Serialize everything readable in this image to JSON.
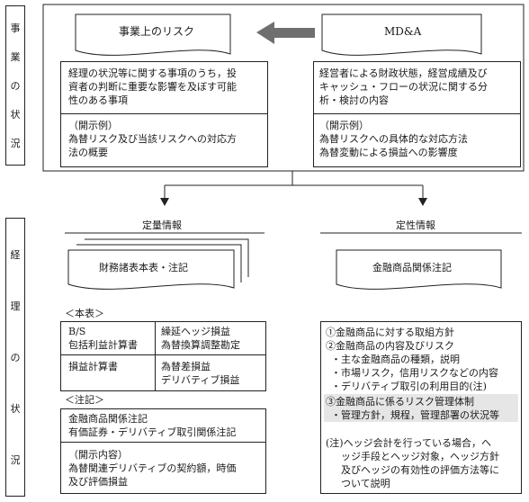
{
  "side_labels": {
    "business": [
      "事",
      "業",
      "の",
      "状",
      "況"
    ],
    "accounting": [
      "経",
      "理",
      "の",
      "状",
      "況"
    ]
  },
  "top": {
    "risk_doc_title": "事業上のリスク",
    "mda_doc_title": "MD&A",
    "risk_desc": [
      "経理の状況等に関する事項のうち，投",
      "資者の判断に重要な影響を及ぼす可能",
      "性のある事項"
    ],
    "risk_example": [
      "（開示例）",
      "為替リスク及び当該リスクへの対応方",
      "法の概要"
    ],
    "mda_desc": [
      "経営者による財政状態，経営成績及び",
      "キャッシュ・フローの状況に関する分",
      "析・検討の内容"
    ],
    "mda_example": [
      "（開示例）",
      "為替リスクへの具体的な対応方法",
      "為替変動による損益への影響度"
    ]
  },
  "quant": {
    "header": "定量情報",
    "doc_title": "財務諸表本表・注記",
    "honpyo_label": "＜本表＞",
    "table": [
      {
        "left": [
          "B/S",
          "包括利益計算書"
        ],
        "right": [
          "繰延ヘッジ損益",
          "為替換算調整勘定"
        ]
      },
      {
        "left": [
          "損益計算書"
        ],
        "right": [
          "為替差損益",
          "デリバティブ損益"
        ]
      }
    ],
    "chuki_label": "＜注記＞",
    "chuki_items": [
      "金融商品関係注記",
      "有価証券・デリバティブ取引関係注記"
    ],
    "chuki_content": [
      "（開示内容）",
      "為替関連デリバティブの契約額，時価",
      "及び評価損益"
    ]
  },
  "qual": {
    "header": "定性情報",
    "doc_title": "金融商品関係注記",
    "items": [
      "①金融商品に対する取組方針",
      "②金融商品の内容及びリスク",
      "・主な金融商品の種類，説明",
      "・市場リスク，信用リスクなどの内容",
      "・デリバティブ取引の利用目的(注)",
      "③金融商品に係るリスク管理体制",
      "・管理方針，規程，管理部署の状況等"
    ],
    "note": [
      "(注)ヘッジ会計を行っている場合，ヘ",
      "ッジ手段とヘッジ対象，ヘッジ方針",
      "及びヘッジの有効性の評価方法等に",
      "ついて説明"
    ]
  }
}
